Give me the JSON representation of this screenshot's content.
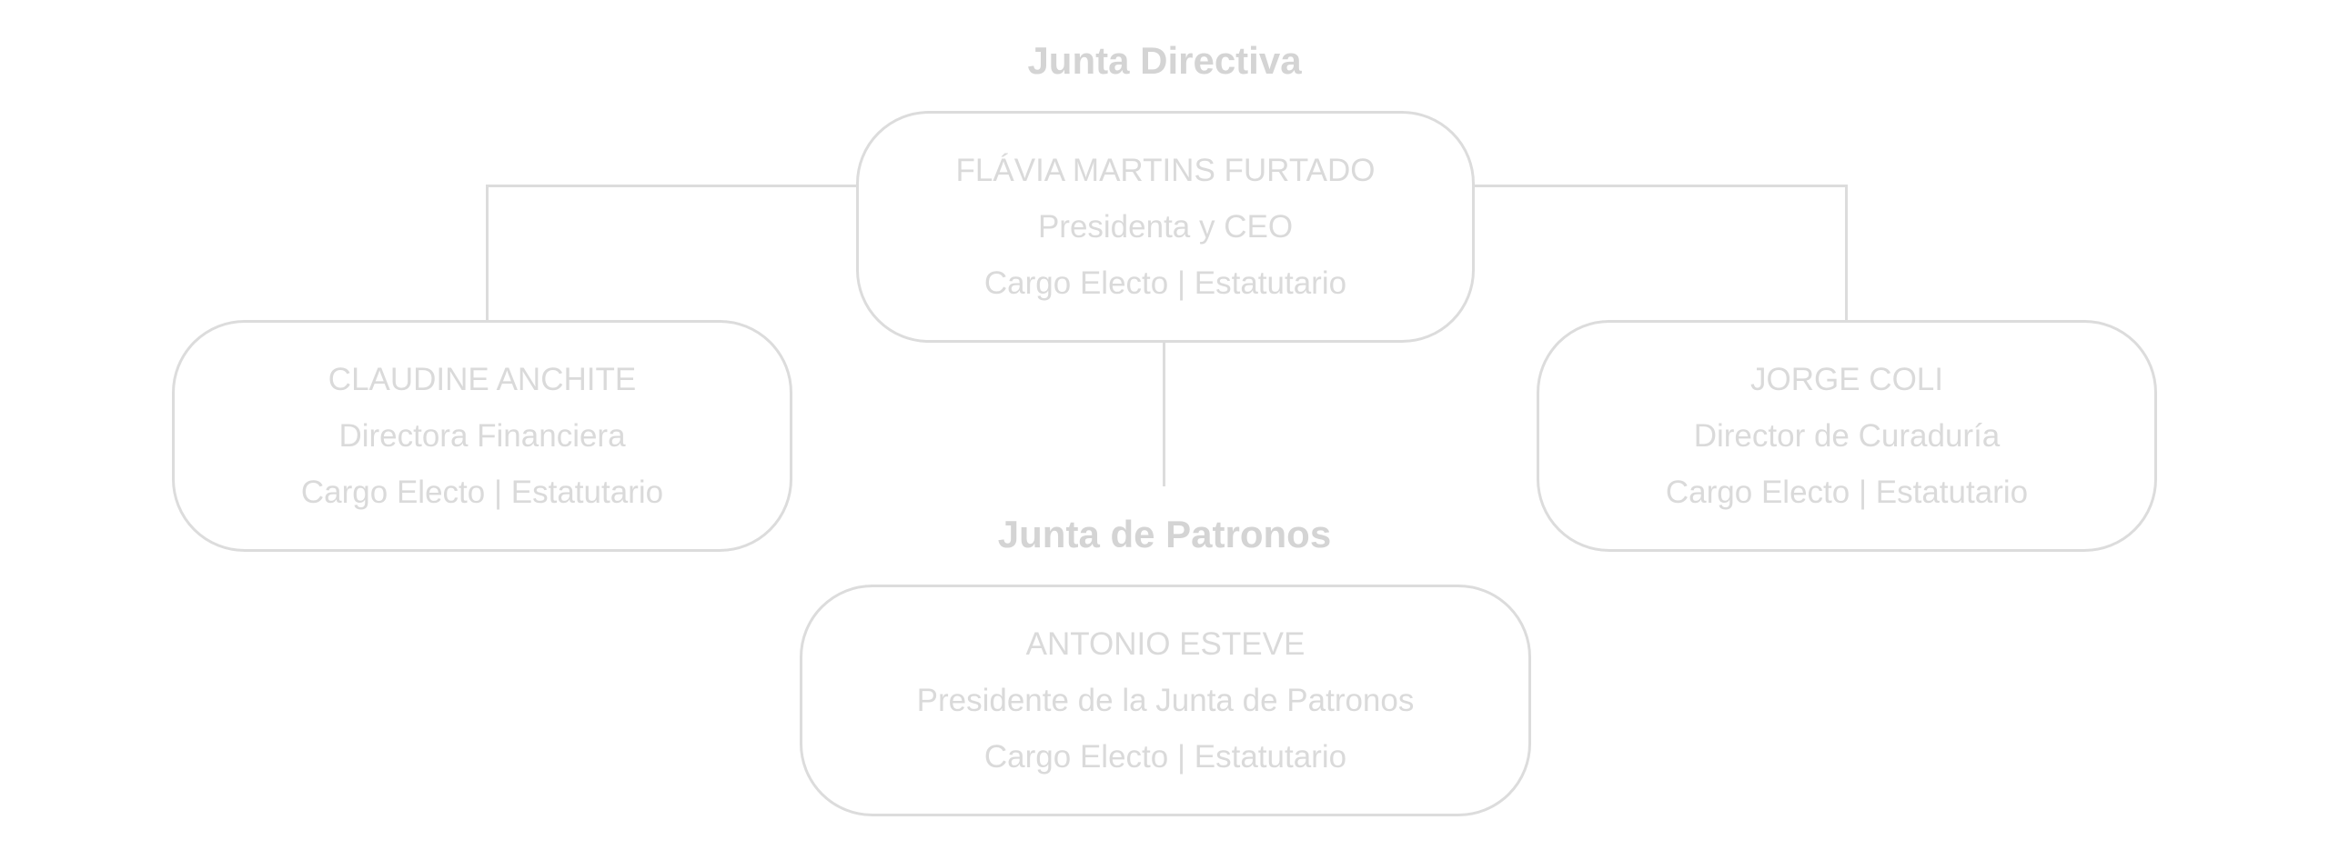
{
  "headings": {
    "board": "Junta Directiva",
    "patrons": "Junta de Patronos"
  },
  "members": {
    "president": {
      "name": "FLÁVIA MARTINS FURTADO",
      "role": "Presidenta y CEO",
      "type": "Cargo Electo | Estatutario"
    },
    "finance": {
      "name": "CLAUDINE ANCHITE",
      "role": "Directora Financiera",
      "type": "Cargo Electo | Estatutario"
    },
    "curator": {
      "name": "JORGE COLI",
      "role": "Director de Curaduría",
      "type": "Cargo Electo | Estatutario"
    },
    "patrons": {
      "name": "ANTONIO ESTEVE",
      "role": "Presidente de la Junta de Patronos",
      "type": "Cargo Electo | Estatutario"
    }
  },
  "colors": {
    "text": "#dadada",
    "border": "#dcdcdc"
  }
}
